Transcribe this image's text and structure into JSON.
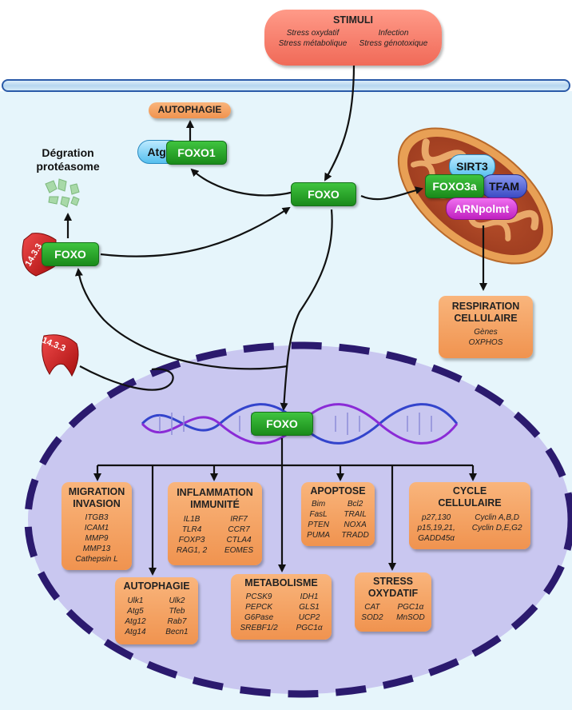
{
  "stimuli": {
    "title": "STIMULI",
    "items": [
      "Stress oxydatif",
      "Infection",
      "Stress métabolique",
      "Stress génotoxique"
    ]
  },
  "cytoplasm": {
    "autophagie_label": "AUTOPHAGIE",
    "atg7_label": "Atg7",
    "foxo1_label": "FOXO1",
    "degradation_label": "Dégration protéasome",
    "foxo_center_label": "FOXO",
    "foxo_left_label": "FOXO",
    "protein_1433_label": "14.3.3",
    "protein_1433_free_label": "14.3.3"
  },
  "mitochondria": {
    "sirt3_label": "SIRT3",
    "foxo3a_label": "FOXO3a",
    "tfam_label": "TFAM",
    "arnpolmt_label": "ARNpolmt"
  },
  "respiration": {
    "title_line1": "RESPIRATION",
    "title_line2": "CELLULAIRE",
    "items": [
      "Gènes",
      "OXPHOS"
    ]
  },
  "nucleus": {
    "foxo_label": "FOXO"
  },
  "targets": {
    "migration": {
      "title_line1": "MIGRATION",
      "title_line2": "INVASION",
      "genes": [
        "ITGB3",
        "ICAM1",
        "MMP9",
        "MMP13",
        "Cathepsin L"
      ]
    },
    "inflammation": {
      "title_line1": "INFLAMMATION",
      "title_line2": "IMMUNITÉ",
      "col1": [
        "IL1B",
        "TLR4",
        "FOXP3",
        "RAG1, 2"
      ],
      "col2": [
        "IRF7",
        "CCR7",
        "CTLA4",
        "EOMES"
      ]
    },
    "apoptose": {
      "title": "APOPTOSE",
      "col1": [
        "Bim",
        "FasL",
        "PTEN",
        "PUMA"
      ],
      "col2": [
        "Bcl2",
        "TRAIL",
        "NOXA",
        "TRADD"
      ]
    },
    "cycle": {
      "title_line1": "CYCLE",
      "title_line2": "CELLULAIRE",
      "col1": [
        "p27,130",
        "p15,19,21,",
        "GADD45α"
      ],
      "col2": [
        "Cyclin A,B,D",
        "Cyclin D,E,G2"
      ]
    },
    "autophagie": {
      "title": "AUTOPHAGIE",
      "col1": [
        "Ulk1",
        "Atg5",
        "Atg12",
        "Atg14"
      ],
      "col2": [
        "Ulk2",
        "Tfeb",
        "Rab7",
        "Becn1"
      ]
    },
    "metabolisme": {
      "title": "METABOLISME",
      "col1": [
        "PCSK9",
        "PEPCK",
        "G6Pase",
        "SREBF1/2"
      ],
      "col2": [
        "IDH1",
        "GLS1",
        "UCP2",
        "PGC1α"
      ]
    },
    "stress": {
      "title_line1": "STRESS",
      "title_line2": "OXYDATIF",
      "col1": [
        "CAT",
        "SOD2"
      ],
      "col2": [
        "PGC1α",
        "MnSOD"
      ]
    }
  },
  "colors": {
    "cell_bg": "#e6f5fb",
    "membrane": "#bfdcf0",
    "nucleus": "#c9c7f0",
    "nucleus_border": "#2b1a6e",
    "box_orange": "#f6a467",
    "foxo_green": "#2aa82a",
    "protein_red": "#cc1a1a",
    "sirt3_blue": "#7fd0f5",
    "tfam_blue": "#5566dd",
    "arnpolmt_magenta": "#d93ad9",
    "mito_outer": "#e8a055",
    "mito_inner": "#b04a2a"
  }
}
